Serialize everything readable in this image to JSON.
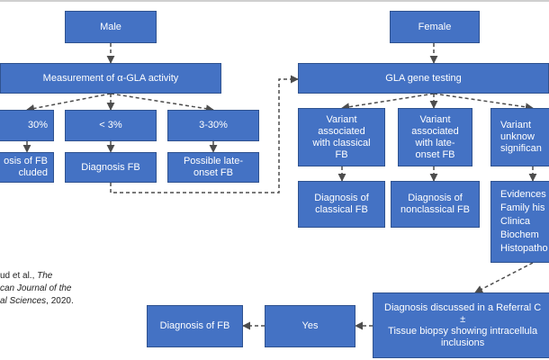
{
  "diagram": {
    "male": "Male",
    "female": "Female",
    "measurement": "Measurement of α-GLA activity",
    "gene_testing": "GLA gene testing",
    "pct_30": "30%",
    "pct_lt3": "< 3%",
    "pct_3_30": "3-30%",
    "fb_excluded": "osis of FB\ncluded",
    "diagnosis_fb": "Diagnosis FB",
    "possible_late": "Possible late-\nonset FB",
    "variant_classical": "Variant\nassociated\nwith classical\nFB",
    "variant_late": "Variant\nassociated\nwith late-\nonset FB",
    "variant_unknown": "Variant\nunknow\nsignifican",
    "diag_classical": "Diagnosis of\nclassical FB",
    "diag_nonclassical": "Diagnosis of\nnonclassical FB",
    "evidences": "Evidences\nFamily his\nClinica\nBiochem\nHistopatho",
    "referral": "Diagnosis discussed in a Referral C\n±\nTissue biopsy showing intracellula\ninclusions",
    "yes": "Yes",
    "diagnosis_of_fb": "Diagnosis of FB"
  },
  "citation": {
    "line1_plain": "ud et al., ",
    "line1_italic": "The",
    "line2_italic": "can Journal of the",
    "line3_italic": "al Sciences",
    "line3_plain": ", 2020."
  },
  "colors": {
    "box_fill": "#4472c4",
    "box_border": "#2f528f",
    "connector": "#4d4d4d"
  }
}
